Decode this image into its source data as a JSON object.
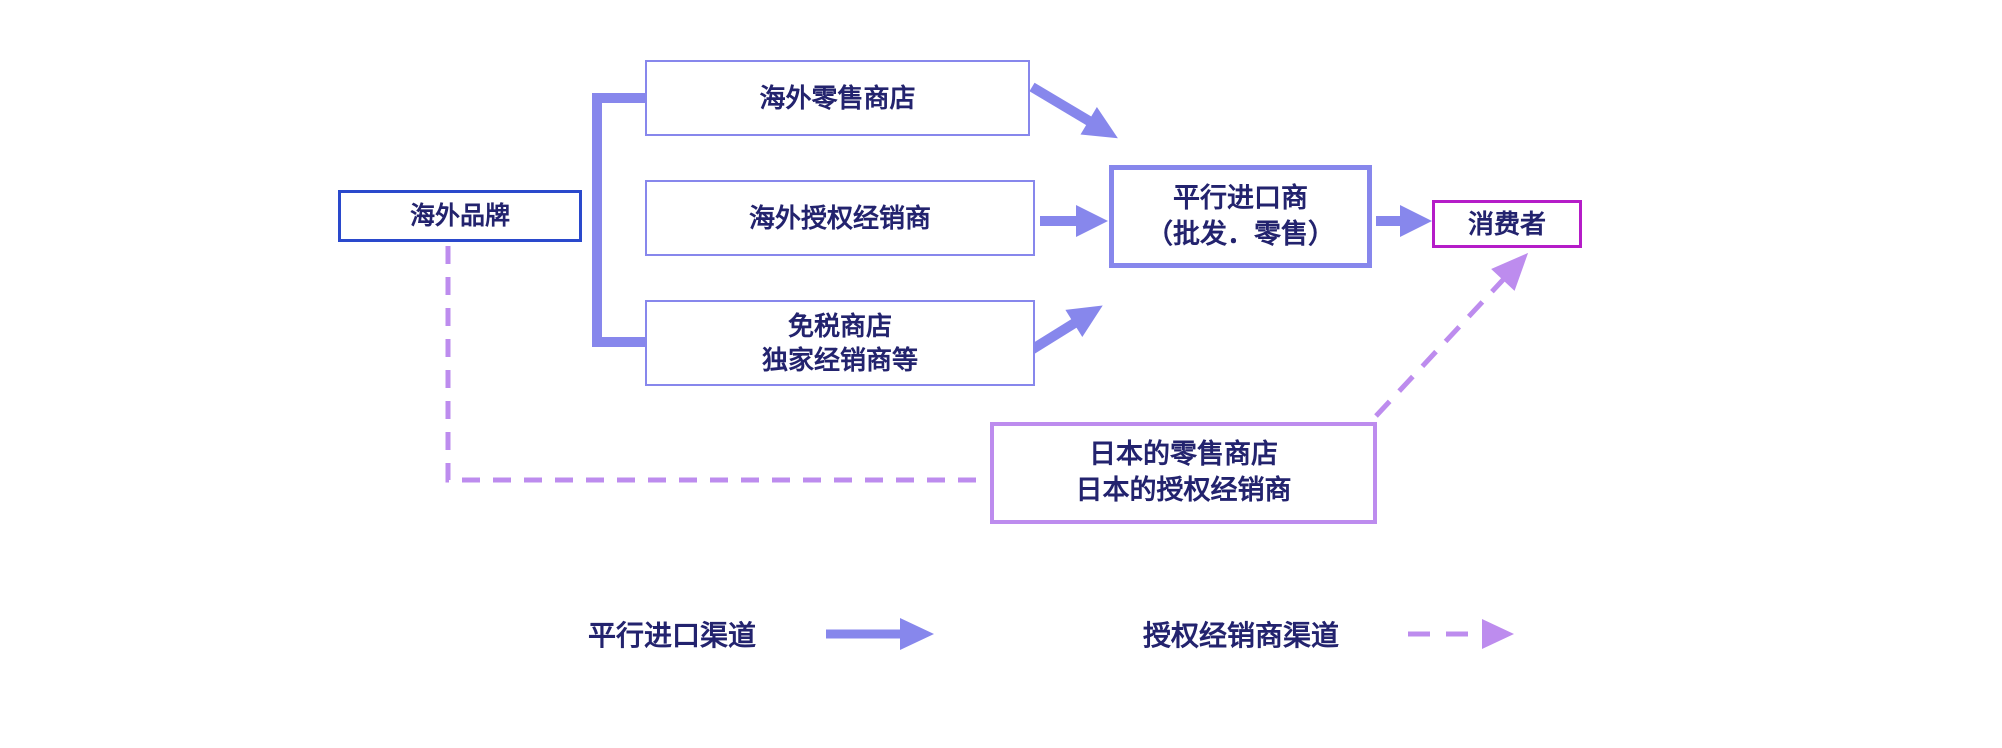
{
  "colors": {
    "background": "#ffffff",
    "text_navy": "#23236e",
    "brand_border_blue": "#2a49cc",
    "periwinkle": "#8787ec",
    "consumer_border_magenta": "#b51cc8",
    "violet": "#bd8cee"
  },
  "nodes": {
    "overseas_brand": {
      "label": "海外品牌"
    },
    "overseas_retail_store": {
      "label": "海外零售商店"
    },
    "overseas_authorized_dealer": {
      "label": "海外授权经销商"
    },
    "duty_free_store": {
      "line1": "免税商店",
      "line2": "独家经销商等"
    },
    "parallel_importer": {
      "line1": "平行进口商",
      "line2": "（批发．零售）"
    },
    "consumer": {
      "label": "消费者"
    },
    "japan_retailers": {
      "line1": "日本的零售商店",
      "line2": "日本的授权经销商"
    }
  },
  "legend": {
    "parallel_import_channel_label": "平行进口渠道",
    "authorized_dealer_channel_label": "授权经销商渠道"
  }
}
